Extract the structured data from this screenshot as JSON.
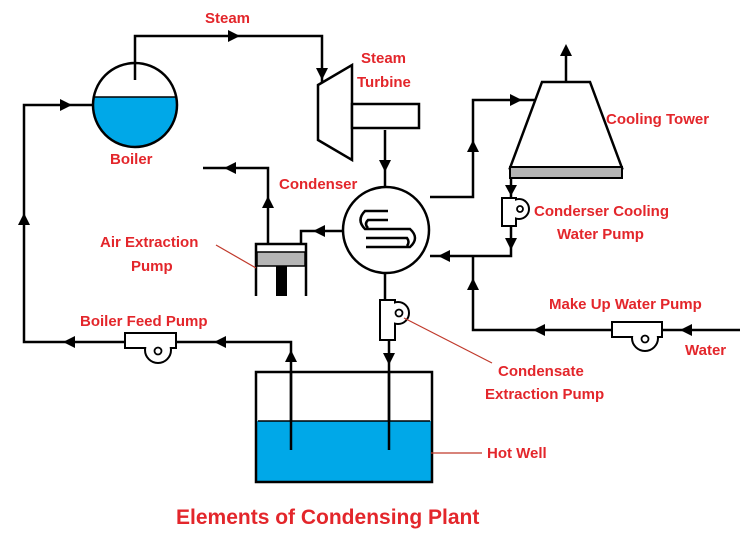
{
  "title": "Elements of Condensing Plant",
  "labels": {
    "steam": "Steam",
    "steam_turbine_1": "Steam",
    "steam_turbine_2": "Turbine",
    "boiler": "Boiler",
    "condenser": "Condenser",
    "cooling_tower": "Cooling Tower",
    "cooling_pump_1": "Conderser Cooling",
    "cooling_pump_2": "Water Pump",
    "air_pump_1": "Air Extraction",
    "air_pump_2": "Pump",
    "makeup_pump": "Make Up Water Pump",
    "water": "Water",
    "feed_pump": "Boiler Feed Pump",
    "condensate_pump_1": "Condensate",
    "condensate_pump_2": "Extraction Pump",
    "hot_well": "Hot Well"
  },
  "colors": {
    "water": "#00a8e8",
    "label": "#e3262b",
    "tray": "#b5b5b5",
    "line": "#000000"
  }
}
